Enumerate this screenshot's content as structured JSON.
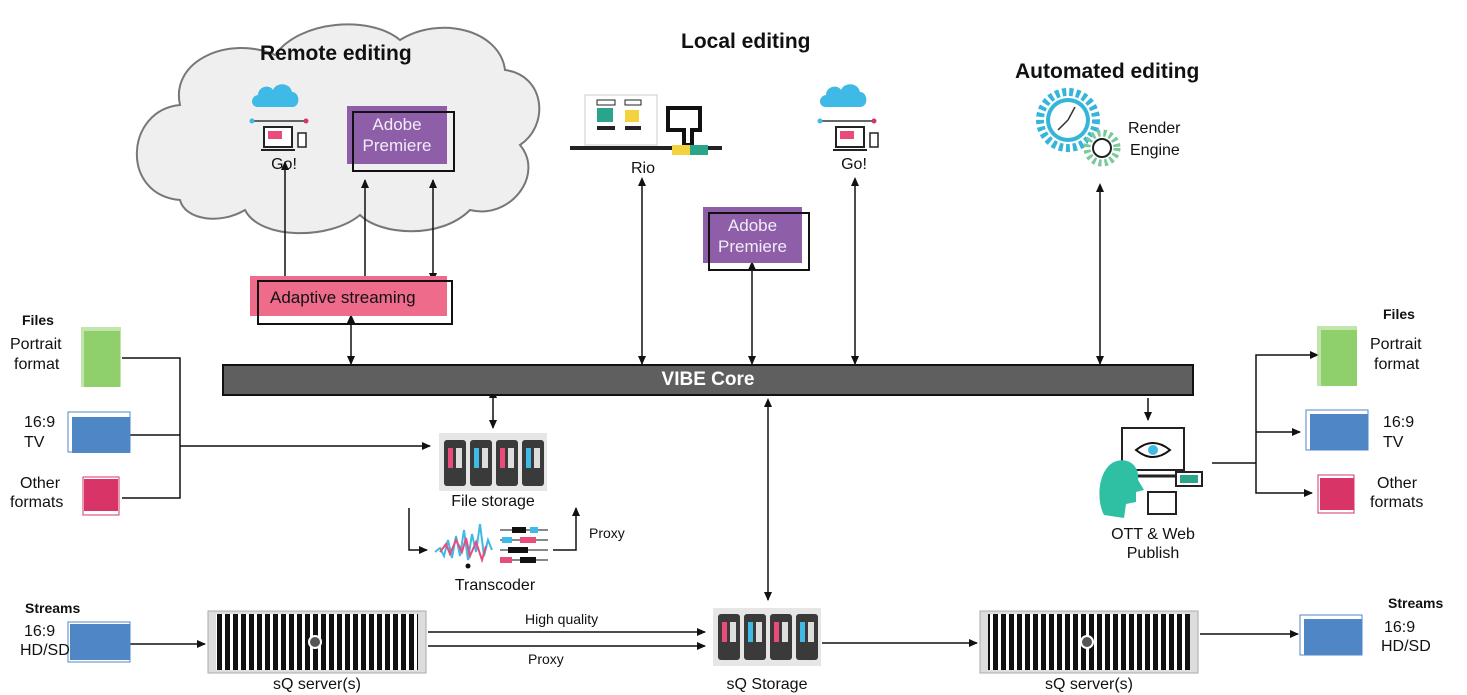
{
  "headings": {
    "remote": "Remote editing",
    "local": "Local editing",
    "automated": "Automated editing"
  },
  "nodes": {
    "go_remote": "Go!",
    "adobe_remote": "Adobe Premiere",
    "adaptive": "Adaptive streaming",
    "rio": "Rio",
    "adobe_local": "Adobe Premiere",
    "go_local": "Go!",
    "render_line1": "Render",
    "render_line2": "Engine",
    "core": "VIBE Core",
    "file_storage": "File storage",
    "transcoder": "Transcoder",
    "proxy_out": "Proxy",
    "ott_line1": "OTT & Web",
    "ott_line2": "Publish",
    "sq_server_left": "sQ server(s)",
    "sq_storage": "sQ Storage",
    "sq_server_right": "sQ server(s)",
    "high_quality": "High quality",
    "proxy_link": "Proxy"
  },
  "left_inputs": {
    "files_title": "Files",
    "portrait_l1": "Portrait",
    "portrait_l2": "format",
    "tv_l1": "16:9",
    "tv_l2": "TV",
    "other_l1": "Other",
    "other_l2": "formats",
    "streams_title": "Streams",
    "hd_l1": "16:9",
    "hd_l2": "HD/SD"
  },
  "right_outputs": {
    "files_title": "Files",
    "portrait_l1": "Portrait",
    "portrait_l2": "format",
    "tv_l1": "16:9",
    "tv_l2": "TV",
    "other_l1": "Other",
    "other_l2": "formats",
    "streams_title": "Streams",
    "hd_l1": "16:9",
    "hd_l2": "HD/SD"
  },
  "colors": {
    "portrait": "#8fd06c",
    "tv": "#4f86c6",
    "other": "#d93468",
    "adobe": "#8e5fa8",
    "adaptive": "#ef6b8c",
    "core": "#5f5f5f",
    "cloud_icon": "#3fb9e6",
    "render_gear": "#35b6d8"
  }
}
